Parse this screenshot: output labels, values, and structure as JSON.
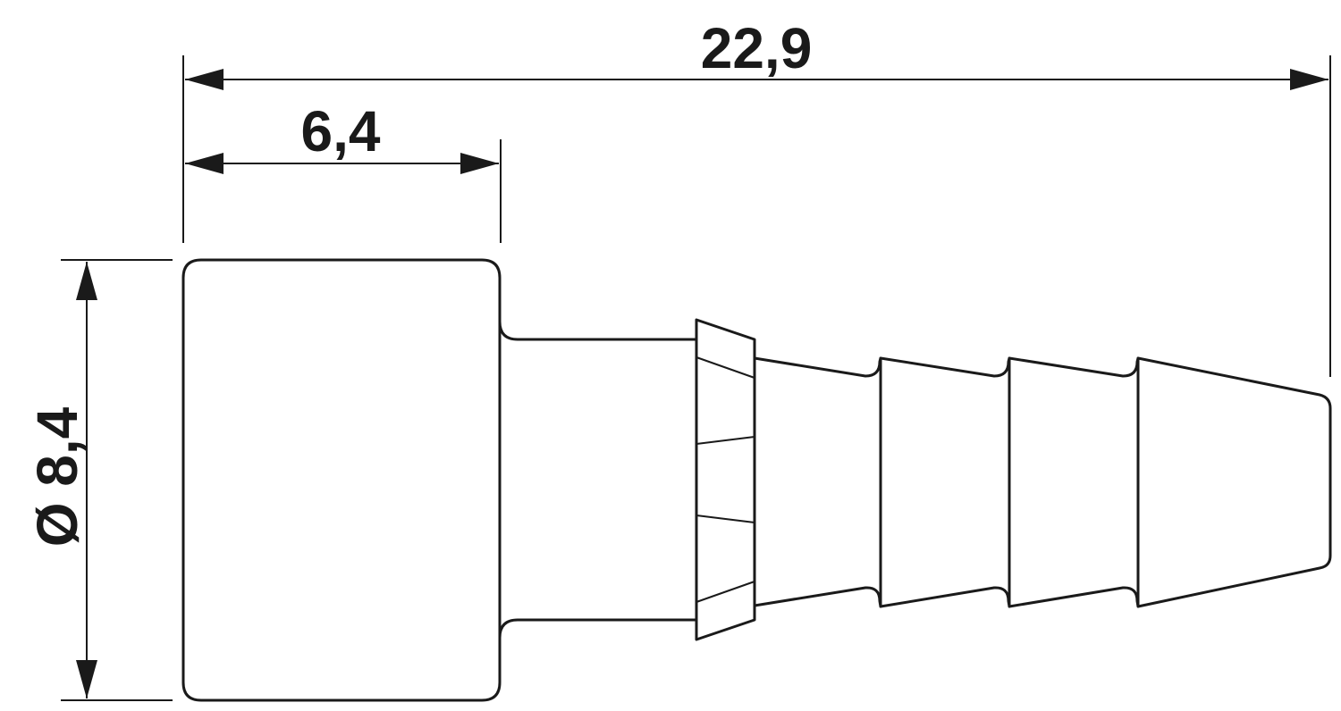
{
  "dimensions": {
    "overall_length": "22,9",
    "nut_length": "6,4",
    "nut_diameter": "Ø 8,4"
  },
  "colors": {
    "line": "#1a1a1a",
    "background": "#ffffff"
  }
}
